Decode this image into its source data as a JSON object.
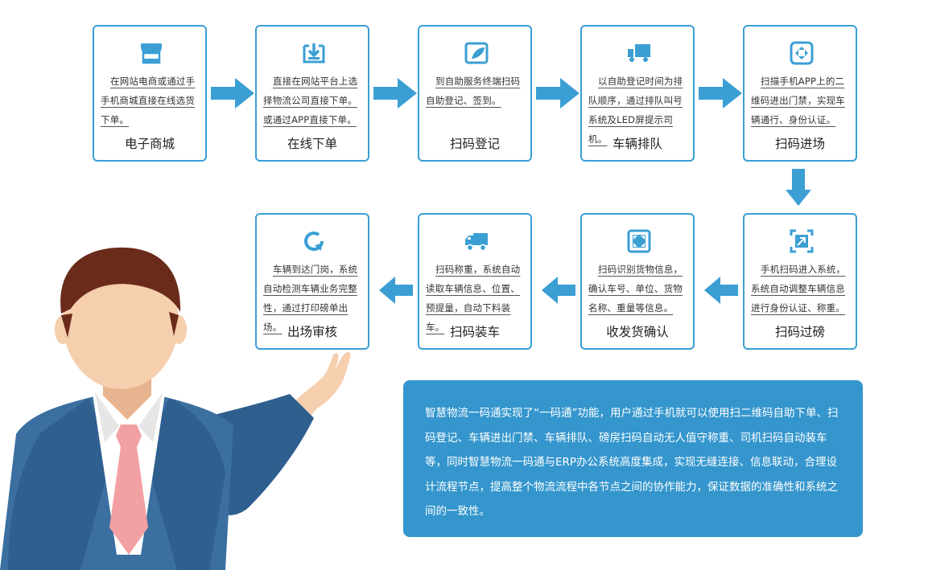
{
  "colors": {
    "accent": "#3b9fd4",
    "panel": "#3496cd"
  },
  "steps": [
    {
      "title": "电子商城",
      "desc": "在网站电商或通过手手机商城直接在线选货下单。",
      "icon": "store-icon"
    },
    {
      "title": "在线下单",
      "desc": "直接在网站平台上选择物流公司直接下单。或通过APP直接下单。",
      "icon": "download-icon"
    },
    {
      "title": "扫码登记",
      "desc": "到自助服务终端扫码自助登记、签到。",
      "icon": "edit-icon"
    },
    {
      "title": "车辆排队",
      "desc": "以自助登记时间为排队顺序，通过排队叫号系统及LED屏提示司机。",
      "icon": "truck-icon"
    },
    {
      "title": "扫码进场",
      "desc": "扫描手机APP上的二维码进出门禁，实现车辆通行、身份认证。",
      "icon": "scan-icon"
    },
    {
      "title": "扫码过磅",
      "desc": "手机扫码进入系统，系统自动调整车辆信息进行身份认证、称重。",
      "icon": "expand-icon"
    },
    {
      "title": "收发货确认",
      "desc": "扫码识别货物信息，确认车号、单位、货物名称、重量等信息。",
      "icon": "fullscreen-icon"
    },
    {
      "title": "扫码装车",
      "desc": "扫码称重，系统自动读取车辆信息、位置、预提量，自动下料装车。",
      "icon": "delivery-truck-icon"
    },
    {
      "title": "出场审核",
      "desc": "车辆到达门岗，系统自动检测车辆业务完整性，通过打印磅单出场。",
      "icon": "refresh-icon"
    }
  ],
  "summary": "智慧物流一码通实现了“一码通”功能，用户通过手机就可以使用扫二维码自助下单、扫码登记、车辆进出门禁、车辆排队、磅房扫码自动无人值守称重、司机扫码自动装车等，同时智慧物流一码通与ERP办公系统高度集成，实现无缝连接、信息联动，合理设计流程节点，提高整个物流流程中各节点之间的协作能力，保证数据的准确性和系统之间的一致性。"
}
